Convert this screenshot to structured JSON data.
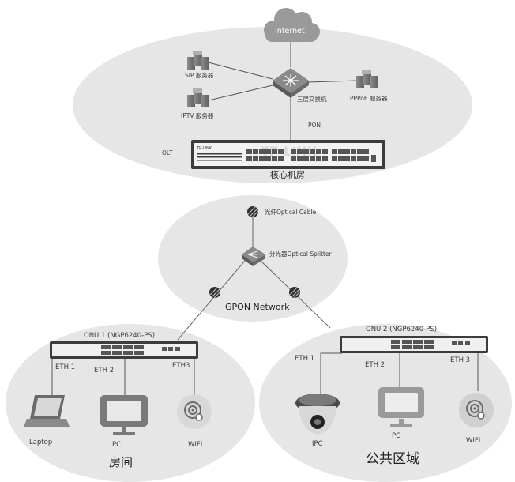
{
  "top": {
    "internet": "Internet",
    "sip_server": "SIP 服务器",
    "iptv_server": "IPTV 服务器",
    "pppoe_server": "PPPoE 服务器",
    "l3_switch": "三层交换机",
    "pon": "PON",
    "olt": "OLT",
    "olt_brand": "TP-LINK",
    "olt_watermark": "TP-LINK",
    "core_room": "核心机房"
  },
  "middle": {
    "optical_cable": "光纤Optical Cable",
    "optical_splitter": "分光器Optical Splitter",
    "gpon_network": "GPON Network"
  },
  "left_zone": {
    "onu_label": "ONU 1 (NGP6240-PS)",
    "eth1": "ETH 1",
    "eth2": "ETH 2",
    "eth3": "ETH3",
    "laptop": "Laptop",
    "pc": "PC",
    "wifi": "WIFI",
    "zone_name": "房间"
  },
  "right_zone": {
    "onu_label": "ONU 2 (NGP6240-PS)",
    "eth1": "ETH 1",
    "eth2": "ETH 2",
    "eth3": "ETH 3",
    "ipc": "IPC",
    "pc": "PC",
    "wifi": "WIFI",
    "zone_name": "公共区域"
  },
  "colors": {
    "ellipse_fill": "#e6e6e6",
    "device_dark": "#3c3c3c",
    "device_mid": "#8a8a8a",
    "line": "#555555",
    "cloud": "#9a9a9a"
  },
  "icons": [
    "cloud-icon",
    "server-icon",
    "layer3-switch-icon",
    "olt-device-icon",
    "fiber-cable-icon",
    "splitter-icon",
    "onu-device-icon",
    "laptop-icon",
    "pc-monitor-icon",
    "wifi-ap-icon",
    "ip-camera-icon"
  ]
}
